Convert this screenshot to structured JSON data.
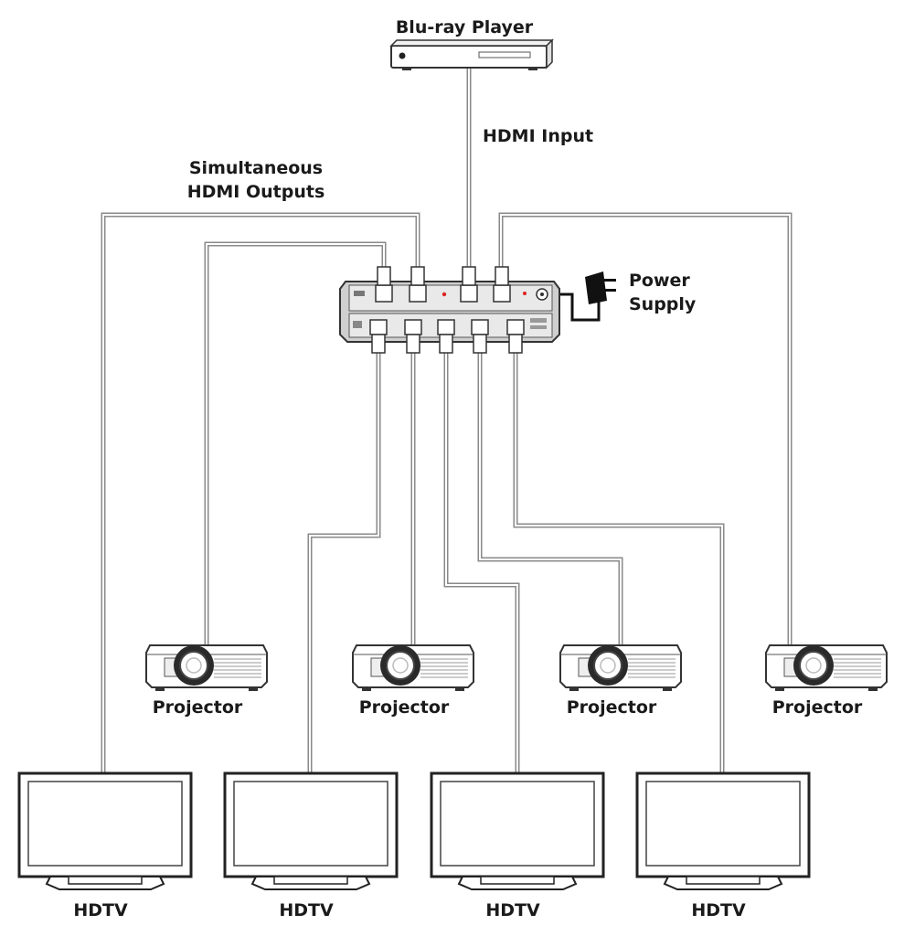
{
  "labels": {
    "source": "Blu-ray Player",
    "input": "HDMI Input",
    "outputs_line1": "Simultaneous",
    "outputs_line2": "HDMI Outputs",
    "power_line1": "Power",
    "power_line2": "Supply",
    "projector": "Projector",
    "hdtv": "HDTV"
  },
  "projectors": [
    {
      "label": "Projector"
    },
    {
      "label": "Projector"
    },
    {
      "label": "Projector"
    },
    {
      "label": "Projector"
    }
  ],
  "hdtvs": [
    {
      "label": "HDTV"
    },
    {
      "label": "HDTV"
    },
    {
      "label": "HDTV"
    },
    {
      "label": "HDTV"
    }
  ],
  "icons": {
    "source": "blu-ray-player-icon",
    "splitter": "hdmi-splitter-icon",
    "power": "power-adapter-icon",
    "projector": "projector-icon",
    "hdtv": "hdtv-icon"
  },
  "colors": {
    "cable": "#8a8a8a",
    "device_fill": "#ffffff",
    "device_stroke": "#333333",
    "splitter_body": "#cfcfcf"
  }
}
